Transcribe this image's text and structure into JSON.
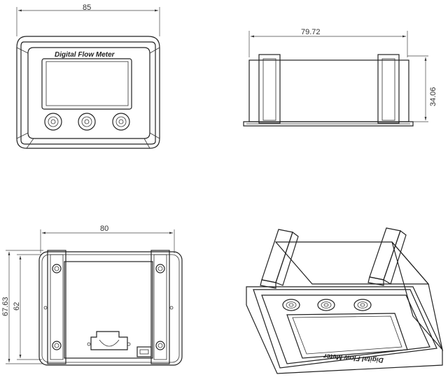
{
  "views": {
    "front": {
      "label_brand": "Digital Flow Meter",
      "dim_width": "85"
    },
    "side": {
      "dim_width": "79.72",
      "dim_height": "34.06"
    },
    "back": {
      "dim_width": "80",
      "dim_height_outer": "67.63",
      "dim_height_inner": "62"
    },
    "iso": {
      "label_brand": "Digital Flow Meter"
    }
  }
}
